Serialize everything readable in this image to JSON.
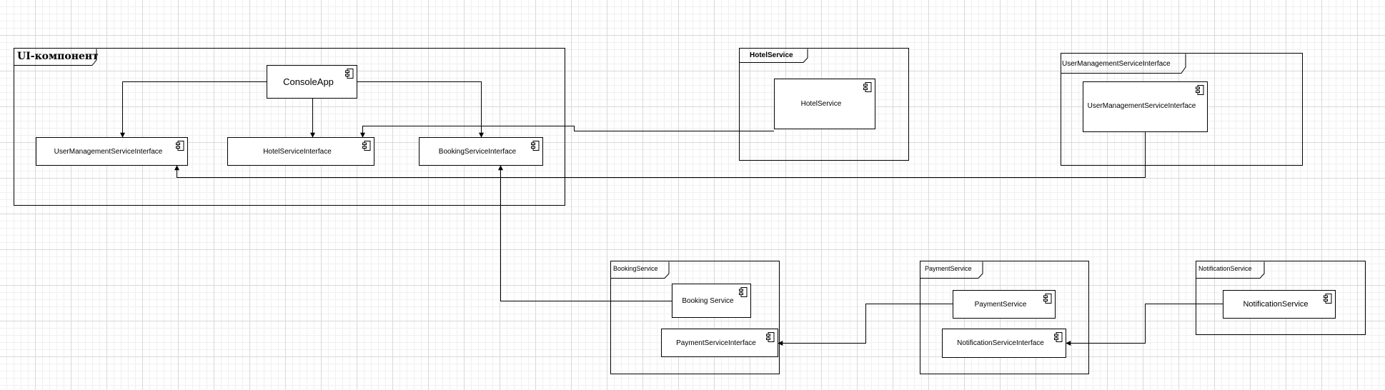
{
  "packages": {
    "ui": "UI-компонент",
    "hotel": "HotelService",
    "usermgmt": "UserManagementServiceInterface",
    "booking": "BookingService",
    "payment": "PaymentService",
    "notification": "NotificationService"
  },
  "components": {
    "console_app": "ConsoleApp",
    "ui_usermgmt_iface": "UserManagementServiceInterface",
    "ui_hotel_iface": "HotelServiceInterface",
    "ui_booking_iface": "BookingServiceInterface",
    "hotel_service": "HotelService",
    "usermgmt_iface": "UserManagementServiceInterface",
    "booking_service": "Booking Service",
    "booking_payment_iface": "PaymentServiceInterface",
    "payment_service": "PaymentService",
    "payment_notification_iface": "NotificationServiceInterface",
    "notification_service": "NotificationService"
  },
  "icon_name": "uml-component-icon",
  "colors": {
    "line": "#000000",
    "background": "#ffffff",
    "grid": "#d9d9d9"
  }
}
